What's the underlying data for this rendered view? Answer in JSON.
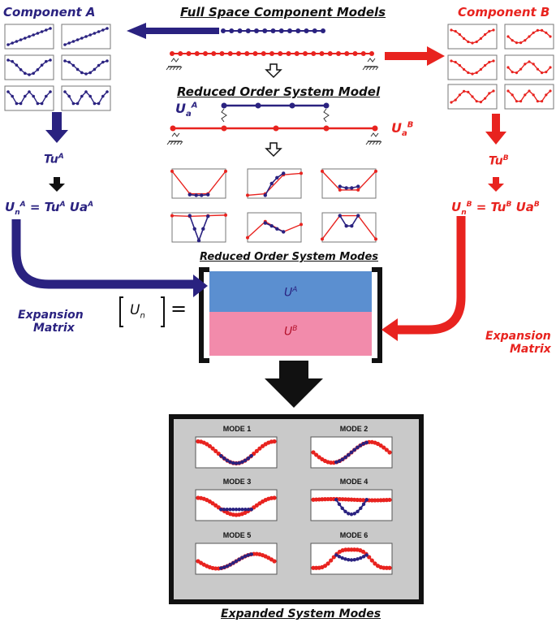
{
  "top": {
    "component_a": "Component A",
    "component_b": "Component B",
    "full_space": "Full Space Component Models",
    "reduced_order_system_model": "Reduced Order System Model",
    "reduced_order_system_modes": "Reduced Order System Modes",
    "expanded_system_modes": "Expanded System Modes"
  },
  "labels": {
    "ua_a": "U",
    "ua_a_sub": "a",
    "ua_a_sup": "A",
    "ua_b": "U",
    "ua_b_sub": "a",
    "ua_b_sup": "B",
    "tu_a": "Tu",
    "tu_a_sup": "A",
    "tu_b": "Tu",
    "tu_b_sup": "B",
    "eq_a": "U",
    "eq_a_sub": "n",
    "eq_a_sup": "A",
    "eq_a_rest": "= Tu",
    "eq_a_rest_sup": "A",
    "eq_a_tail": "Ua",
    "eq_a_tail_sup": "A",
    "eq_b": "U",
    "eq_b_sub": "n",
    "eq_b_sup": "B",
    "eq_b_rest": "= Tu",
    "eq_b_rest_sup": "B",
    "eq_b_tail": "Ua",
    "eq_b_tail_sup": "B",
    "expansion_a_1": "Expansion",
    "expansion_a_2": "Matrix",
    "expansion_b_1": "Expansion",
    "expansion_b_2": "Matrix",
    "un": "U",
    "un_sub": "n",
    "equals": "=",
    "ua_block": "U",
    "ua_block_sup": "A",
    "ub_block": "U",
    "ub_block_sup": "B"
  },
  "modes": [
    "MODE 1",
    "MODE 2",
    "MODE 3",
    "MODE 4",
    "MODE 5",
    "MODE 6"
  ],
  "colors": {
    "blue": "#2a2280",
    "red": "#e8231f",
    "matrix_top": "#5b8fd0",
    "matrix_bottom": "#f28bab",
    "frame_bg": "#c9c9c9"
  }
}
